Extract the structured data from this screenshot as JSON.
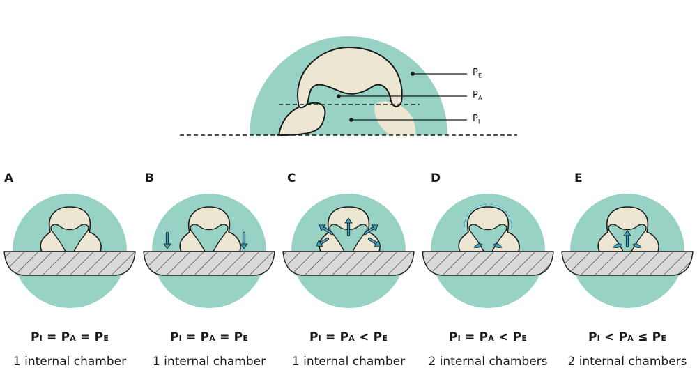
{
  "colors": {
    "medium": "#97d2c5",
    "body": "#ece6d2",
    "arrow": "#3aa5c4",
    "substrate": "#d9d9d9",
    "outline": "#1a1a1a"
  },
  "top_labels": [
    {
      "main": "P",
      "sub": "E"
    },
    {
      "main": "P",
      "sub": "A"
    },
    {
      "main": "P",
      "sub": "I"
    }
  ],
  "panels": [
    {
      "letter": "A",
      "eq": {
        "a": "P",
        "as": "I",
        "op1": " = ",
        "b": "P",
        "bs": "A",
        "op2": " = ",
        "c": "P",
        "cs": "E"
      },
      "caption": "1 internal chamber"
    },
    {
      "letter": "B",
      "eq": {
        "a": "P",
        "as": "I",
        "op1": " = ",
        "b": "P",
        "bs": "A",
        "op2": " = ",
        "c": "P",
        "cs": "E"
      },
      "caption": "1 internal chamber"
    },
    {
      "letter": "C",
      "eq": {
        "a": "P",
        "as": "I",
        "op1": " = ",
        "b": "P",
        "bs": "A",
        "op2": " < ",
        "c": "P",
        "cs": "E"
      },
      "caption": "1 internal chamber"
    },
    {
      "letter": "D",
      "eq": {
        "a": "P",
        "as": "I",
        "op1": " = ",
        "b": "P",
        "bs": "A",
        "op2": " < ",
        "c": "P",
        "cs": "E"
      },
      "caption": "2 internal chambers"
    },
    {
      "letter": "E",
      "eq": {
        "a": "P",
        "as": "I",
        "op1": " < ",
        "b": "P",
        "bs": "A",
        "op2": " ≤ ",
        "c": "P",
        "cs": "E"
      },
      "caption": "2 internal chambers"
    }
  ]
}
